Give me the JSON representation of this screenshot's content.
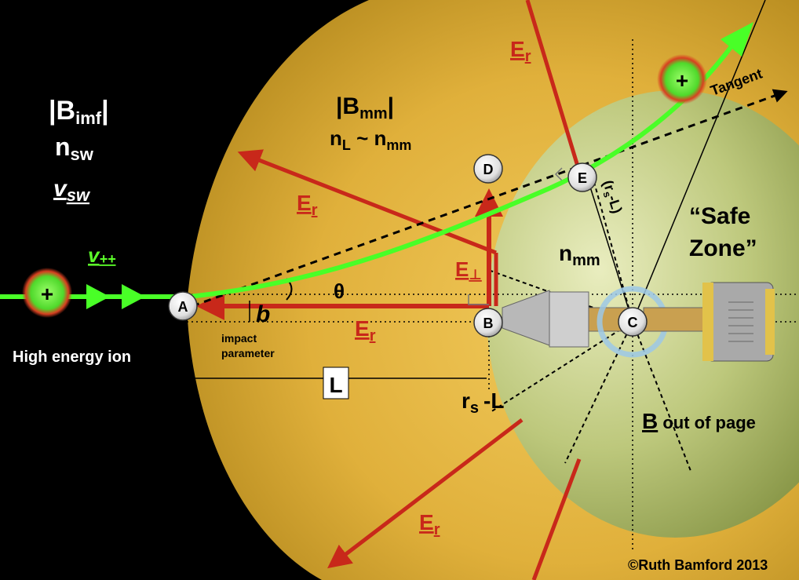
{
  "labels": {
    "b_imf": "|B",
    "b_imf_sub": "imf",
    "b_imf_end": "|",
    "n_sw": "n",
    "n_sw_sub": "sw",
    "v_sw": "v",
    "v_sw_sub": "sw",
    "v_pp": "v",
    "v_pp_sub": "++",
    "high_energy_ion": "High energy ion",
    "b_mm": "|B",
    "b_mm_sub": "mm",
    "b_mm_end": "|",
    "nl_nmm": "n",
    "nl_sub": "L",
    "nl_tilde": " ~ n",
    "nl_mm_sub": "mm",
    "n_mm": "n",
    "n_mm_sub": "mm",
    "er": "E",
    "er_sub": "r",
    "e_perp": "E",
    "e_perp_sub": "⊥",
    "theta": "θ",
    "b_impact": "b",
    "impact_parameter_1": "impact",
    "impact_parameter_2": "parameter",
    "L": "L",
    "rs": "r",
    "rs_sub": "s",
    "rs_minus_L": "-L",
    "rs_L_rot": "(r",
    "rs_L_rot_sub": "s",
    "rs_L_rot_end": "-L)",
    "safe_zone_1": "“Safe",
    "safe_zone_2": "Zone”",
    "b_out": "B",
    "b_out_rest": " out of page",
    "tangent": "Tangent",
    "copyright": "©Ruth Bamford 2013",
    "plus": "+"
  },
  "points": {
    "A": "A",
    "B": "B",
    "C": "C",
    "D": "D",
    "E": "E"
  },
  "colors": {
    "magnetosheath": "#e2b43a",
    "safe_zone": "#b8c77a",
    "field_arrow": "#c8281a",
    "ion_path": "#49ff27",
    "background": "#000000"
  }
}
